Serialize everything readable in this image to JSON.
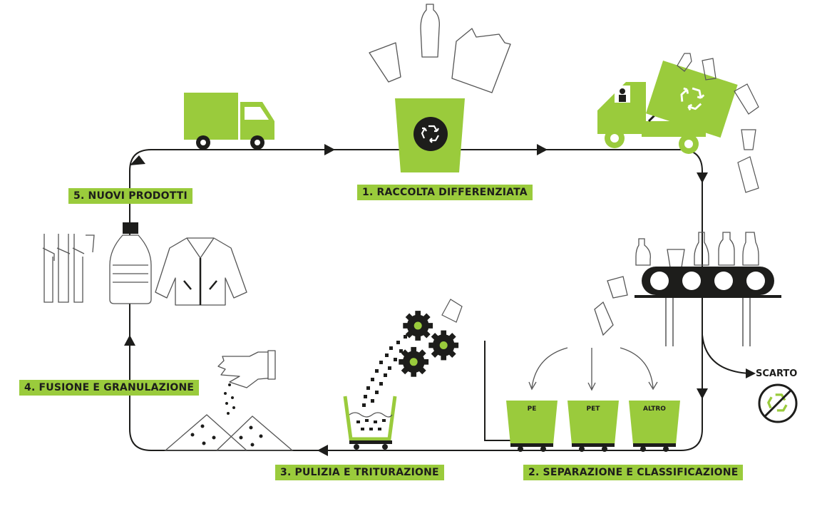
{
  "steps": [
    {
      "label": "1. RACCOLTA DIFFERENZIATA"
    },
    {
      "label": "2. SEPARAZIONE E CLASSIFICAZIONE"
    },
    {
      "label": "3. PULIZIA E TRITURAZIONE"
    },
    {
      "label": "4. FUSIONE E GRANULAZIONE"
    },
    {
      "label": "5. NUOVI PRODOTTI"
    }
  ],
  "bins": [
    {
      "label": "PE"
    },
    {
      "label": "PET"
    },
    {
      "label": "ALTRO"
    }
  ],
  "discard": {
    "label": "SCARTO"
  },
  "colors": {
    "accent": "#9acb3c",
    "line": "#1d1d1b",
    "outline": "#4a4a4a"
  },
  "icons": [
    "truck-icon",
    "recycle-bin-icon",
    "recycling-truck-icon",
    "conveyor-belt-icon",
    "shredder-gears-icon",
    "granules-pile-icon",
    "straws-icon",
    "bottle-icon",
    "jacket-icon",
    "no-recycle-icon"
  ]
}
